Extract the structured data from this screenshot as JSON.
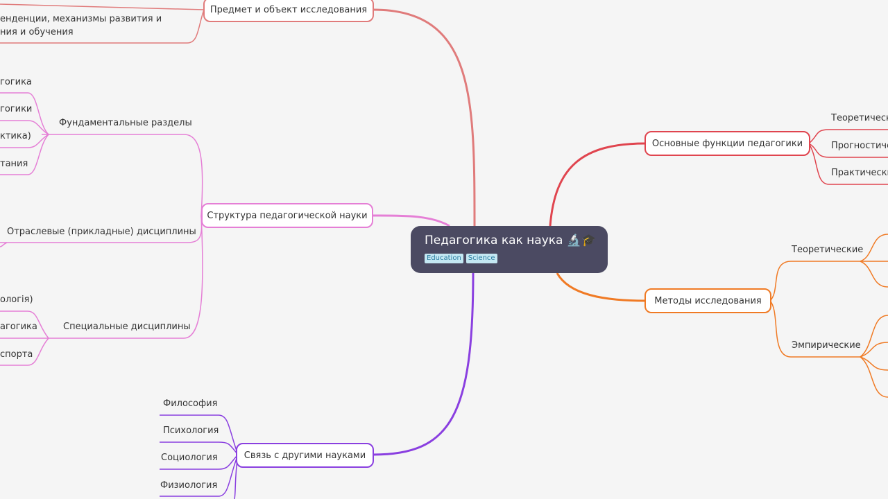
{
  "root": {
    "title": "Педагогика как наука 🔬🎓",
    "tags": [
      "Education",
      "Science"
    ]
  },
  "branches": {
    "subject": {
      "label": "Предмет и объект исследования",
      "color": "#e07b7b",
      "children": [
        "енденции, механизмы развития и",
        "ния и обучения"
      ]
    },
    "structure": {
      "label": "Структура педагогической науки",
      "color": "#e57fd6",
      "fundamental": {
        "label": "Фундаментальные разделы",
        "children": [
          "гогика",
          "гогики",
          "ктика)",
          "тания"
        ]
      },
      "applied": {
        "label": "Отраслевые (прикладные) дисциплины"
      },
      "special": {
        "label": "Специальные дисциплины",
        "children": [
          "ологія)",
          "агогика",
          "спорта"
        ]
      }
    },
    "relations": {
      "label": "Связь с другими науками",
      "color": "#8a3fe0",
      "children": [
        "Философия",
        "Психология",
        "Социология",
        "Физиология"
      ]
    },
    "functions": {
      "label": "Основные функции педагогики",
      "color": "#e0454f",
      "children": [
        "Теоретическа",
        "Прогностиче",
        "Практически"
      ]
    },
    "methods": {
      "label": "Методы исследования",
      "color": "#f07a24",
      "theoretical": {
        "label": "Теоретические"
      },
      "empirical": {
        "label": "Эмпирические"
      }
    }
  }
}
